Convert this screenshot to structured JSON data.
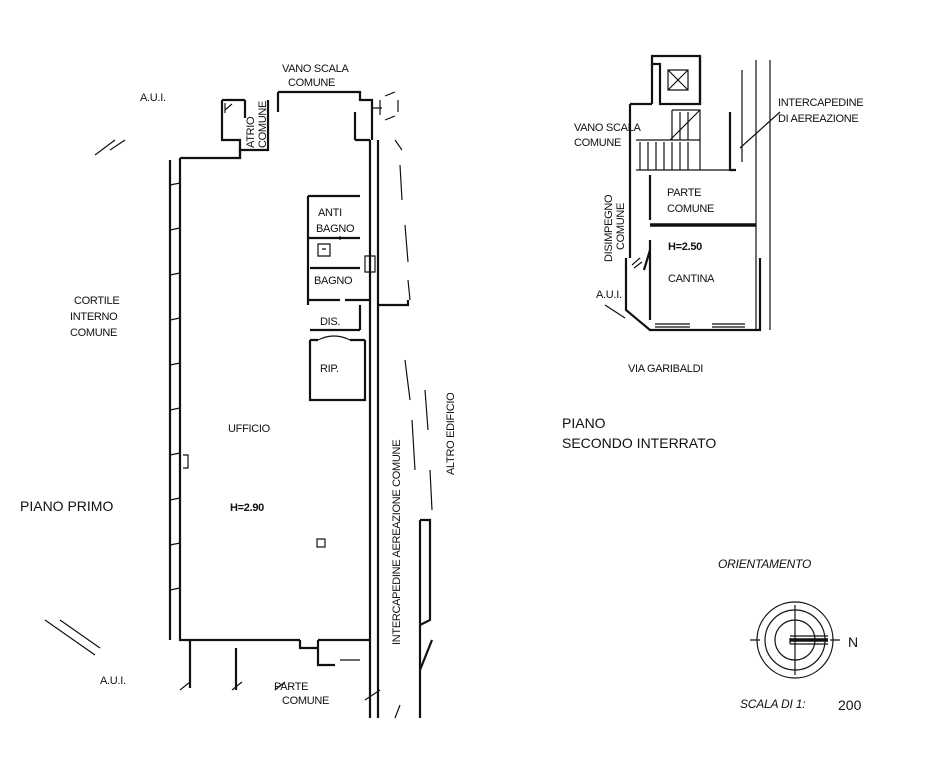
{
  "plan_first_floor": {
    "stair_label_1": "VANO SCALA",
    "stair_label_2": "COMUNE",
    "aui_top": "A.U.I.",
    "atrio_1": "ATRIO",
    "atrio_2": "COMUNE",
    "cortile_1": "CORTILE",
    "cortile_2": "INTERNO",
    "cortile_3": "COMUNE",
    "anti_1": "ANTI",
    "anti_2": "BAGNO",
    "bagno": "BAGNO",
    "dis": "DIS.",
    "rip": "RIP.",
    "ufficio": "UFFICIO",
    "height": "H=2.90",
    "floor_name": "PIANO PRIMO",
    "aui_bottom": "A.U.I.",
    "parte_comune_1": "PARTE",
    "parte_comune_2": "COMUNE",
    "intercapedine": "INTERCAPEDINE AEREAZIONE COMUNE",
    "altro_edificio": "ALTRO EDIFICIO"
  },
  "plan_basement": {
    "intercapedine_1": "INTERCAPEDINE",
    "intercapedine_2": "DI AEREAZIONE",
    "stair_1": "VANO SCALA",
    "stair_2": "COMUNE",
    "parte_1": "PARTE",
    "parte_2": "COMUNE",
    "disimpegno_1": "DISIMPEGNO",
    "disimpegno_2": "COMUNE",
    "height": "H=2.50",
    "cantina": "CANTINA",
    "aui": "A.U.I.",
    "street": "VIA GARIBALDI",
    "floor_name_1": "PIANO",
    "floor_name_2": "SECONDO INTERRATO"
  },
  "legend": {
    "orientation_title": "ORIENTAMENTO",
    "north": "N",
    "scale_label": "SCALA DI 1:",
    "scale_value": "200"
  }
}
